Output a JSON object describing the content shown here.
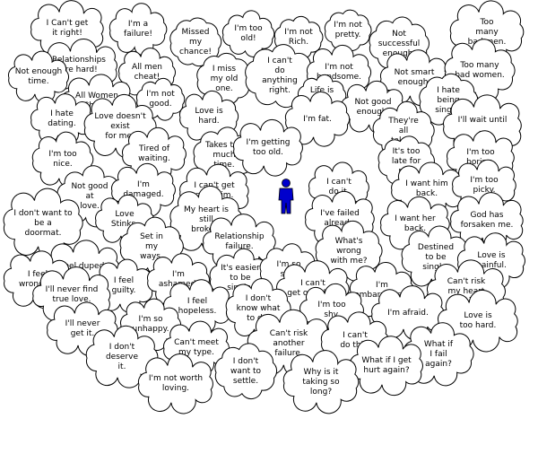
{
  "colors": {
    "cloud_fill": "#ffffff",
    "cloud_stroke": "#000000",
    "figure": "#0000cc"
  },
  "figure_icon": "person-icon",
  "clouds": [
    {
      "id": "cant-get-right",
      "text": "I Can't get\nit right!"
    },
    {
      "id": "a-failure",
      "text": "I'm a\nfailure!"
    },
    {
      "id": "missed-chance",
      "text": "Missed\nmy\nchance!"
    },
    {
      "id": "too-old",
      "text": "I'm too\nold!"
    },
    {
      "id": "not-rich",
      "text": "I'm not\nRich."
    },
    {
      "id": "not-pretty",
      "text": "I'm not\npretty."
    },
    {
      "id": "not-successful",
      "text": "Not\nsuccessful\nenough."
    },
    {
      "id": "too-many-bad-men",
      "text": "Too\nmany\nbad men."
    },
    {
      "id": "relationships-hard",
      "text": "Relationships\nare hard!"
    },
    {
      "id": "all-men-cheat",
      "text": "All men\ncheat!"
    },
    {
      "id": "miss-my-old-one",
      "text": "I miss\nmy old\none."
    },
    {
      "id": "cant-do-anything-right",
      "text": "I can't\ndo\nanything\nright."
    },
    {
      "id": "not-handsome",
      "text": "I'm not\nhandsome."
    },
    {
      "id": "not-smart-enough",
      "text": "Not smart\nenough."
    },
    {
      "id": "too-many-bad-women",
      "text": "Too many\nbad women."
    },
    {
      "id": "not-enough-time",
      "text": "Not enough\ntime."
    },
    {
      "id": "all-women-cheat",
      "text": "All Women\nCheat!"
    },
    {
      "id": "not-good",
      "text": "I'm not\ngood."
    },
    {
      "id": "life-is-hard",
      "text": "Life is\nhard."
    },
    {
      "id": "not-good-enough",
      "text": "Not good\nenough."
    },
    {
      "id": "hate-being-single",
      "text": "I hate\nbeing\nsingle."
    },
    {
      "id": "hate-dating",
      "text": "I hate\ndating."
    },
    {
      "id": "love-doesnt-exist",
      "text": "Love doesn't\nexist\nfor me!"
    },
    {
      "id": "love-is-hard",
      "text": "Love is\nhard."
    },
    {
      "id": "im-fat",
      "text": "I'm fat."
    },
    {
      "id": "theyre-all-taken",
      "text": "They're\nall\ntaken."
    },
    {
      "id": "wait-until",
      "text": "I'll wait until\n..."
    },
    {
      "id": "too-nice",
      "text": "I'm too\nnice."
    },
    {
      "id": "tired-of-waiting",
      "text": "Tired of\nwaiting."
    },
    {
      "id": "takes-too-much-time",
      "text": "Takes too\nmuch\ntime."
    },
    {
      "id": "getting-too-old",
      "text": "I'm getting\ntoo old."
    },
    {
      "id": "too-late-for-me",
      "text": "It's too\nlate for\nme."
    },
    {
      "id": "too-boring",
      "text": "I'm too\nboring."
    },
    {
      "id": "not-good-at-love",
      "text": "Not good\nat\nlove."
    },
    {
      "id": "damaged",
      "text": "I'm\ndamaged."
    },
    {
      "id": "cant-get-over-him",
      "text": "I can't get\nover him."
    },
    {
      "id": "cant-do-it",
      "text": "I can't\ndo it."
    },
    {
      "id": "want-him-back",
      "text": "I want him\nback."
    },
    {
      "id": "too-picky",
      "text": "I'm too\npicky."
    },
    {
      "id": "dont-want-doormat",
      "text": "I don't want to\nbe a\ndoormat."
    },
    {
      "id": "love-stinks",
      "text": "Love\nStinks."
    },
    {
      "id": "heart-still-broken",
      "text": "My heart is\nstill\nbroken."
    },
    {
      "id": "failed-already",
      "text": "I've failed\nalready."
    },
    {
      "id": "want-her-back",
      "text": "I want her\nback."
    },
    {
      "id": "god-forsaken",
      "text": "God has\nforsaken me."
    },
    {
      "id": "set-in-my-ways",
      "text": "Set in\nmy\nways."
    },
    {
      "id": "relationship-failure",
      "text": "Relationship\nfailure."
    },
    {
      "id": "whats-wrong",
      "text": "What's\nwrong\nwith me?"
    },
    {
      "id": "destined-single",
      "text": "Destined\nto be\nsingle."
    },
    {
      "id": "love-is-painful",
      "text": "Love is\npainful."
    },
    {
      "id": "feel-duped",
      "text": "I feel duped."
    },
    {
      "id": "feel-wronged",
      "text": "I feel\nwronged."
    },
    {
      "id": "feel-guilty",
      "text": "I feel\nguilty."
    },
    {
      "id": "ashamed",
      "text": "I'm\nashamed."
    },
    {
      "id": "easier-single",
      "text": "It's easier\nto be\nsingle."
    },
    {
      "id": "im-so-sad",
      "text": "I'm so\nsad."
    },
    {
      "id": "cant-get-over-her",
      "text": "I can't\nget over her."
    },
    {
      "id": "embarrassed",
      "text": "I'm\nembarrassed."
    },
    {
      "id": "cant-risk-heart",
      "text": "Can't risk\nmy heart\nagain."
    },
    {
      "id": "never-find-love",
      "text": "I'll never find\ntrue love."
    },
    {
      "id": "feel-hopeless",
      "text": "I feel\nhopeless."
    },
    {
      "id": "dont-know-what",
      "text": "I don't\nknow what\nto do."
    },
    {
      "id": "too-shy",
      "text": "I'm too\nshy."
    },
    {
      "id": "im-afraid",
      "text": "I'm afraid."
    },
    {
      "id": "love-too-hard",
      "text": "Love is\ntoo hard."
    },
    {
      "id": "never-get-it",
      "text": "I'll never\nget it."
    },
    {
      "id": "so-unhappy",
      "text": "I'm so\nunhappy."
    },
    {
      "id": "cant-risk-failure",
      "text": "Can't risk\nanother\nfailure."
    },
    {
      "id": "cant-do-this",
      "text": "I can't\ndo this."
    },
    {
      "id": "what-if-fail",
      "text": "What if\nI fail\nagain?"
    },
    {
      "id": "dont-deserve",
      "text": "I don't\ndeserve\nit."
    },
    {
      "id": "cant-meet-type",
      "text": "Can't meet\nmy type."
    },
    {
      "id": "dont-want-settle",
      "text": "I don't\nwant to\nsettle."
    },
    {
      "id": "what-if-hurt",
      "text": "What if I get\nhurt again?"
    },
    {
      "id": "why-so-long",
      "text": "Why is it\ntaking so\nlong?"
    },
    {
      "id": "not-worth-loving",
      "text": "I'm not worth\nloving."
    }
  ]
}
